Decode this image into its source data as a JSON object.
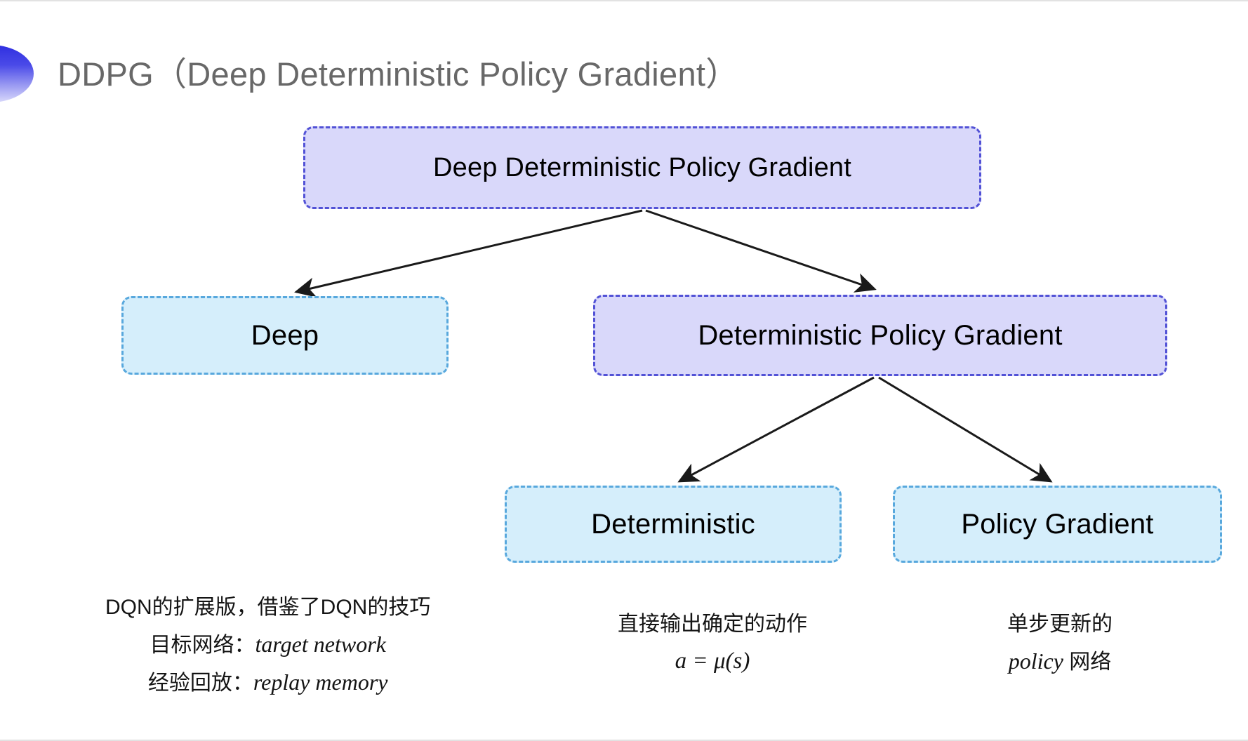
{
  "slide": {
    "title": "DDPG（Deep Deterministic Policy Gradient）",
    "title_color": "#686868",
    "background": "#ffffff",
    "decor_icon": "half-ellipse-gradient"
  },
  "palette": {
    "purple_fill": "#d9d8fa",
    "purple_border": "#5252d6",
    "cyan_fill": "#d5eefb",
    "cyan_border": "#58a8dd",
    "arrow_color": "#1a1a1a",
    "decor_gradient_start": "#2f2fe0",
    "decor_gradient_end": "#d9d9fb"
  },
  "diagram": {
    "type": "tree",
    "nodes": [
      {
        "id": "root",
        "label": "Deep Deterministic Policy Gradient",
        "style": "purple"
      },
      {
        "id": "deep",
        "label": "Deep",
        "style": "cyan"
      },
      {
        "id": "dpg",
        "label": "Deterministic Policy Gradient",
        "style": "purple"
      },
      {
        "id": "determ",
        "label": "Deterministic",
        "style": "cyan"
      },
      {
        "id": "pg",
        "label": "Policy Gradient",
        "style": "cyan"
      }
    ],
    "edges": [
      {
        "from": "root",
        "to": "deep"
      },
      {
        "from": "root",
        "to": "dpg"
      },
      {
        "from": "dpg",
        "to": "determ"
      },
      {
        "from": "dpg",
        "to": "pg"
      }
    ]
  },
  "notes": {
    "deep": {
      "line1": "DQN的扩展版，借鉴了DQN的技巧",
      "line2_label": "目标网络：",
      "line2_term": "target network",
      "line3_label": "经验回放：",
      "line3_term": "replay memory"
    },
    "deterministic": {
      "line1": "直接输出确定的动作",
      "formula": "a = μ(s)"
    },
    "policy_gradient": {
      "line1": "单步更新的",
      "line2_term": "policy",
      "line2_suffix": " 网络"
    }
  }
}
